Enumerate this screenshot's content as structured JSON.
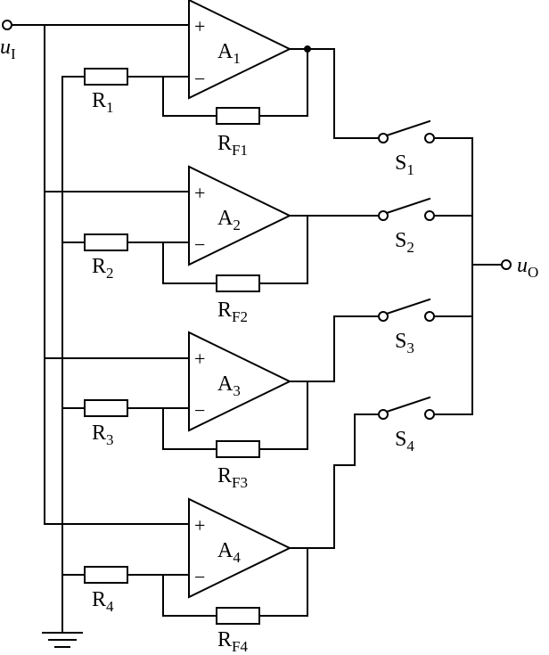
{
  "input": {
    "var": "u",
    "sub": "I"
  },
  "output": {
    "var": "u",
    "sub": "O"
  },
  "stages": [
    {
      "amp": "A",
      "amp_sub": "1",
      "res": "R",
      "res_sub": "1",
      "rf": "R",
      "rf_sub": "F1",
      "sw": "S",
      "sw_sub": "1"
    },
    {
      "amp": "A",
      "amp_sub": "2",
      "res": "R",
      "res_sub": "2",
      "rf": "R",
      "rf_sub": "F2",
      "sw": "S",
      "sw_sub": "2"
    },
    {
      "amp": "A",
      "amp_sub": "3",
      "res": "R",
      "res_sub": "3",
      "rf": "R",
      "rf_sub": "F3",
      "sw": "S",
      "sw_sub": "3"
    },
    {
      "amp": "A",
      "amp_sub": "4",
      "res": "R",
      "res_sub": "4",
      "rf": "R",
      "rf_sub": "F4",
      "sw": "S",
      "sw_sub": "4"
    }
  ],
  "signs": {
    "plus": "+",
    "minus": "−"
  }
}
